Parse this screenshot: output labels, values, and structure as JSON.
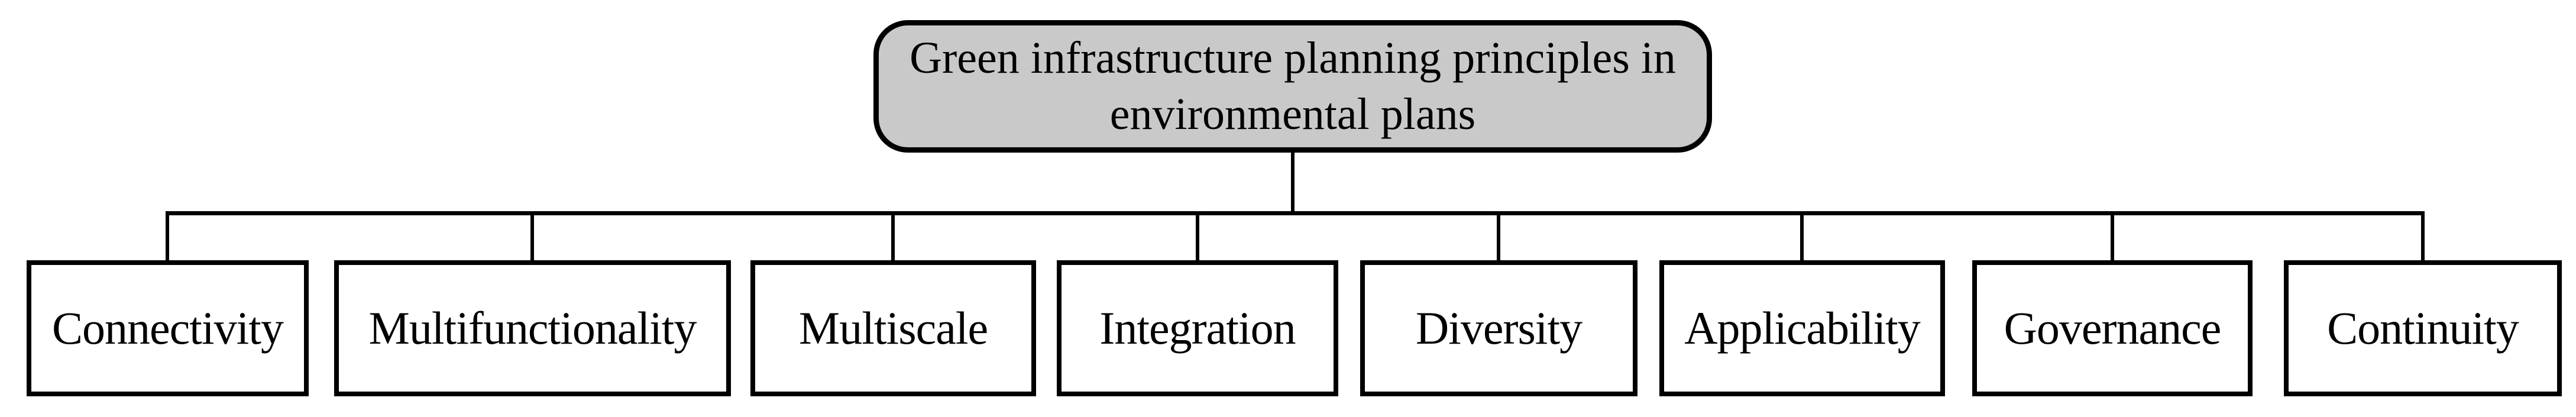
{
  "diagram": {
    "root": {
      "title_line1": "Green infrastructure planning principles in",
      "title_line2": "environmental plans"
    },
    "principles": [
      {
        "label": "Connectivity"
      },
      {
        "label": "Multifunctionality"
      },
      {
        "label": "Multiscale"
      },
      {
        "label": "Integration"
      },
      {
        "label": "Diversity"
      },
      {
        "label": "Applicability"
      },
      {
        "label": "Governance"
      },
      {
        "label": "Continuity"
      }
    ],
    "colors": {
      "root_fill": "#c9c9c9",
      "node_fill": "#ffffff",
      "line": "#000000",
      "text": "#000000",
      "background": "#ffffff"
    }
  }
}
